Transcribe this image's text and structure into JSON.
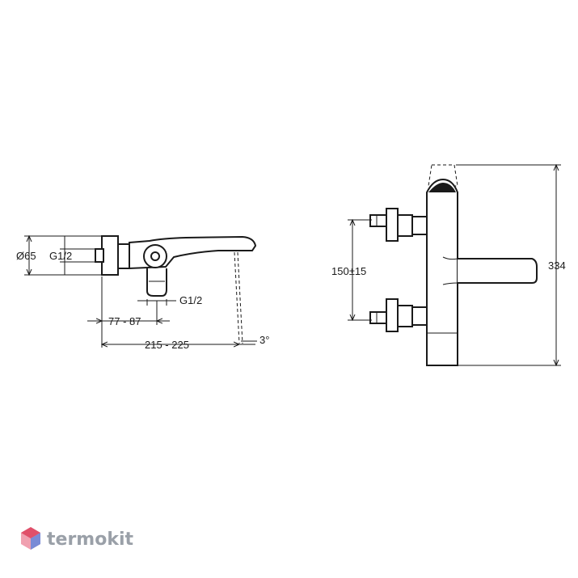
{
  "side_view": {
    "dia_label": "Ø65",
    "thread_label_left": "G1/2",
    "thread_label_bottom": "G1/2",
    "dim_inner": "77 - 87",
    "dim_overall": "215 - 225",
    "angle_label": "3°"
  },
  "front_view": {
    "spacing_label": "150±15",
    "height_label": "334"
  },
  "brand": {
    "name": "termokit",
    "colors": [
      "#e0506a",
      "#7a8bd6",
      "#f0a0b0"
    ]
  }
}
